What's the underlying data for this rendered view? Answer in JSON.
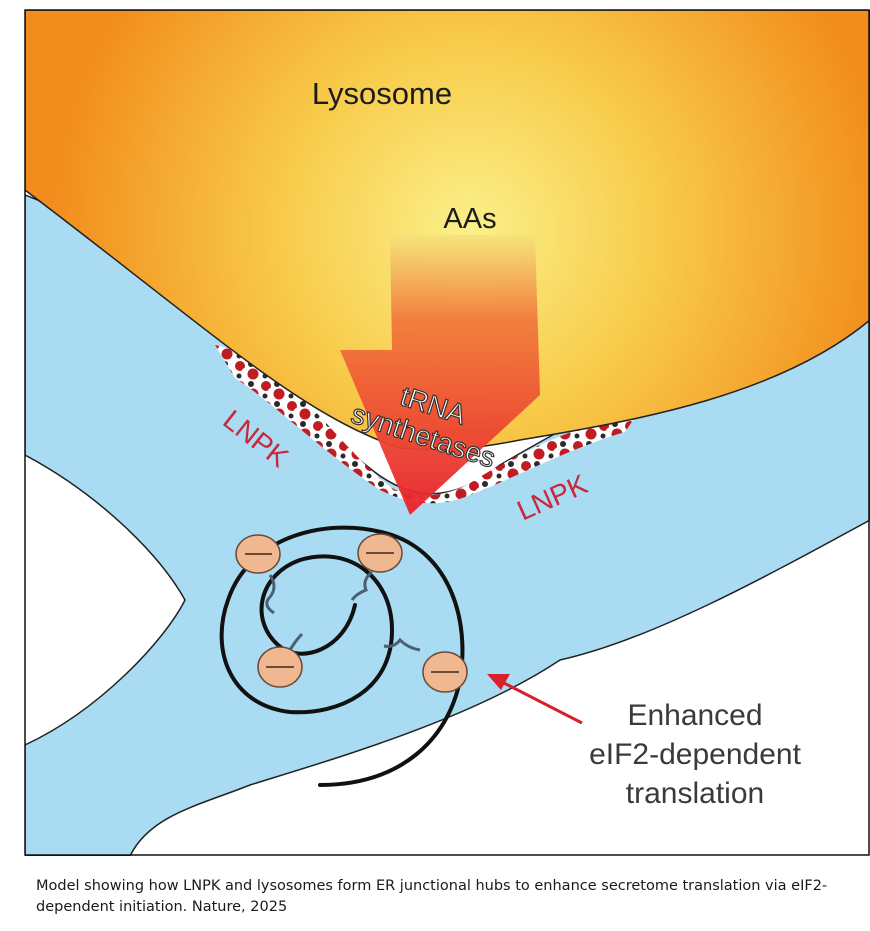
{
  "diagram": {
    "lysosome_label": "Lysosome",
    "aas_label": "AAs",
    "trna_line1": "tRNA",
    "trna_line2": "synthetases",
    "lnpk_left": "LNPK",
    "lnpk_right": "LNPK",
    "enhanced_line1": "Enhanced",
    "enhanced_line2": "eIF2-dependent",
    "enhanced_line3": "translation",
    "colors": {
      "lysosome_outer": "#f28c1c",
      "lysosome_inner": "#fbe978",
      "er": "#a9dcf2",
      "arrow": "#e8222b",
      "lnpk_text": "#c8283c",
      "ribosome": "#f0b890"
    }
  },
  "caption": {
    "line1": "Model showing how LNPK and lysosomes form ER junctional hubs to enhance secretome translation via eIF2-",
    "line2": "dependent initiation. Nature, 2025"
  }
}
